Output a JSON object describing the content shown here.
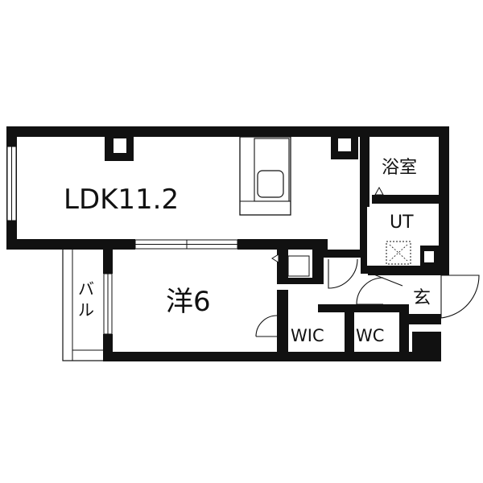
{
  "rooms": {
    "ldk": "LDK11.2",
    "western": "洋6",
    "bath": "浴室",
    "utility": "UT",
    "entrance": "玄",
    "wic": "WIC",
    "wc": "WC",
    "balcony_top": "バ",
    "balcony_bottom": "ル"
  },
  "colors": {
    "wall": "#111111",
    "background": "#ffffff"
  },
  "icons": {
    "kitchen-sink": "rounded-square",
    "washer": "dotted-square-with-x",
    "door-swing": "quarter-arc"
  }
}
